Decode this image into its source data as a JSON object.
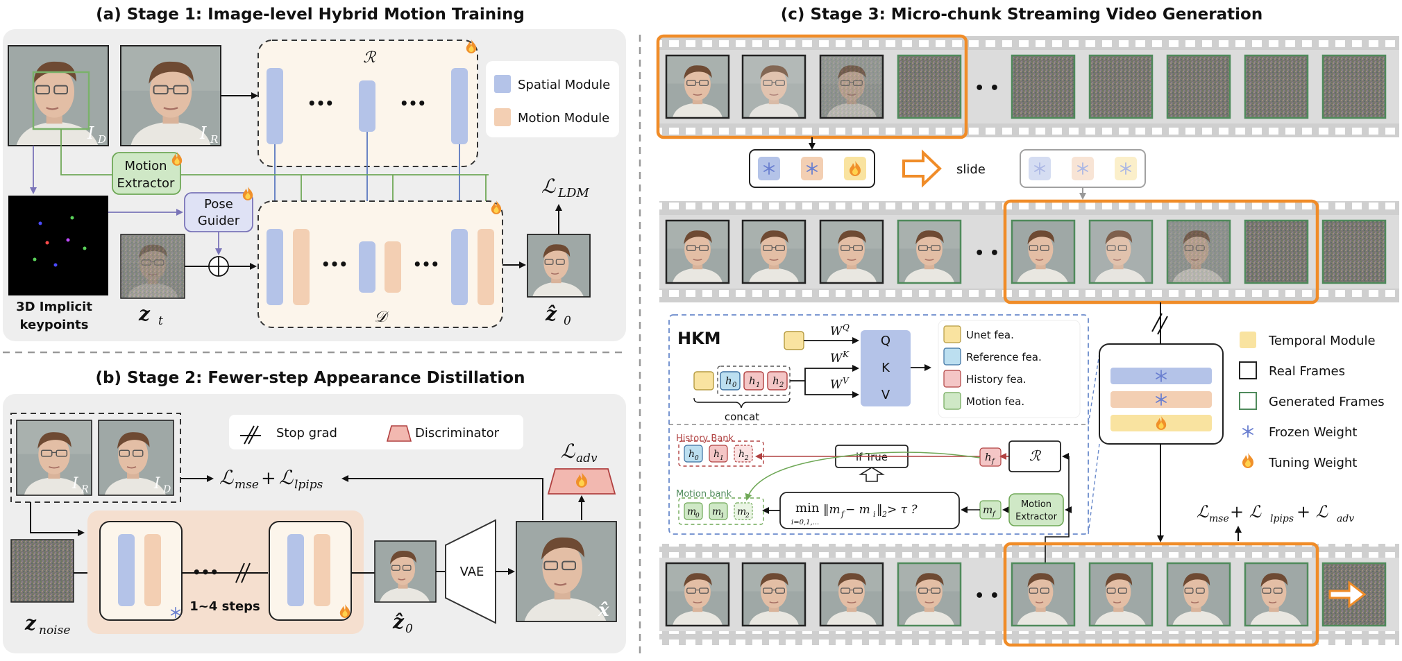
{
  "colors": {
    "spatial": "#b4c3e8",
    "motion": "#f3cfb3",
    "temporal": "#f9e3a0",
    "reference": "#bcdff0",
    "history": "#f4c6c6",
    "motionfea": "#cfe8c6",
    "generated_border": "#4f8a5b",
    "real_border": "#222222",
    "orange": "#f08c28",
    "panel_bg": "#eeeeee",
    "block_bg": "#fcf5eb"
  },
  "stage1": {
    "title": "(a) Stage 1: Image-level Hybrid Motion Training",
    "img_d_label": "I",
    "img_d_sub": "D",
    "img_r_label": "I",
    "img_r_sub": "R",
    "ref_net": "ℛ",
    "denoise_net": "𝒟",
    "ellipsis": "•••",
    "legend_spatial": "Spatial Module",
    "legend_motion": "Motion Module",
    "motion_extractor_l1": "Motion",
    "motion_extractor_l2": "Extractor",
    "pose_guider_l1": "Pose",
    "pose_guider_l2": "Guider",
    "keypoints_l1": "3D Implicit",
    "keypoints_l2": "keypoints",
    "zt": "z",
    "zt_sub": "t",
    "z0": "ẑ",
    "z0_sub": "0",
    "loss": "ℒ",
    "loss_sub": "LDM"
  },
  "stage2": {
    "title": "(b) Stage 2: Fewer-step Appearance Distillation",
    "stop_grad": "Stop grad",
    "discriminator": "Discriminator",
    "loss_mse": "ℒ",
    "loss_mse_sub": "mse",
    "plus": "+",
    "loss_lpips": "ℒ",
    "loss_lpips_sub": "lpips",
    "loss_adv": "ℒ",
    "loss_adv_sub": "adv",
    "steps": "1~4 steps",
    "vae": "VAE",
    "znoise": "z",
    "znoise_sub": "noise",
    "z0": "ẑ",
    "z0_sub": "0",
    "xhat": "x̂",
    "img_r_label": "I",
    "img_r_sub": "R",
    "img_d_label": "I",
    "img_d_sub": "D"
  },
  "stage3": {
    "title": "(c) Stage 3: Micro-chunk Streaming Video Generation",
    "slide": "slide",
    "dots": "• •",
    "hkm": "HKM",
    "wq": "W",
    "wq_sup": "Q",
    "wk": "W",
    "wk_sup": "K",
    "wv": "W",
    "wv_sup": "V",
    "q": "Q",
    "k": "K",
    "v": "V",
    "concat": "concat",
    "h0": "h",
    "h0_sub": "0",
    "h1": "h",
    "h1_sub": "1",
    "h2": "h",
    "h2_sub": "2",
    "legend_unet": "Unet fea.",
    "legend_reference": "Reference fea.",
    "legend_history": "History fea.",
    "legend_motion": "Motion fea.",
    "history_bank": "History Bank",
    "motion_bank": "Motion bank",
    "m0": "m",
    "m0_sub": "0",
    "m1": "m",
    "m1_sub": "1",
    "m2": "m",
    "m2_sub": "2",
    "if_true": "if True",
    "hf": "h",
    "hf_sub": "f",
    "mf": "m",
    "mf_sub": "f",
    "ref_net": "ℛ",
    "motion_extractor_l1": "Motion",
    "motion_extractor_l2": "Extractor",
    "formula_min": "min",
    "formula_range": "i=0,1,...",
    "formula_body": "‖m",
    "formula_sub_f": "f",
    "formula_minus": " − m",
    "formula_sub_i": "i",
    "formula_norm": "‖",
    "formula_two": "2",
    "formula_tail": " > τ ?",
    "loss_total": "ℒ",
    "loss_total_sub1": "mse",
    "loss_total_plus1": " + ℒ",
    "loss_total_sub2": "lpips",
    "loss_total_plus2": " + ℒ",
    "loss_total_sub3": "adv",
    "legend_temporal": "Temporal Module",
    "legend_real": "Real Frames",
    "legend_generated": "Generated Frames",
    "legend_frozen": "Frozen Weight",
    "legend_tuning": "Tuning Weight"
  }
}
